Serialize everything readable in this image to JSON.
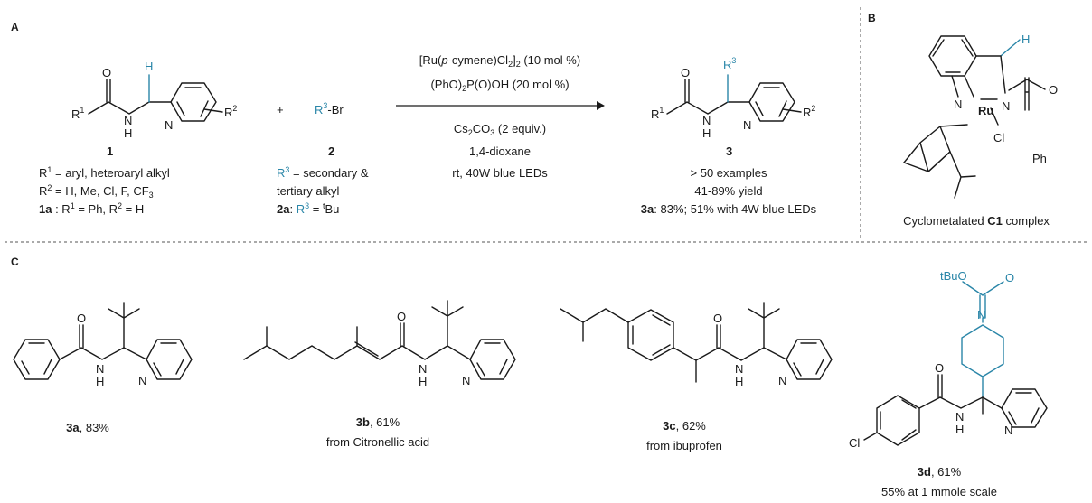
{
  "panels": {
    "a": "A",
    "b": "B",
    "c": "C"
  },
  "atoms": {
    "O": "O",
    "N": "N",
    "H": "H",
    "R": "R",
    "Ru": "Ru",
    "Cl": "Cl",
    "Ph": "Ph",
    "tBuO": "tBuO",
    "sup1": "1",
    "sup2": "2",
    "sup3": "3"
  },
  "reaction": {
    "plus": "+",
    "reagent": "-Br",
    "compound_1": "1",
    "compound_2": "2",
    "compound_3": "3",
    "conditions": {
      "line1_pre": "[Ru(",
      "line1_it": "p",
      "line1_mid": "-cymene)Cl",
      "line1_sub1": "2",
      "line1_close": "]",
      "line1_sub2": "2",
      "line1_post": " (10 mol %)",
      "line2_a": "(PhO)",
      "line2_sub": "2",
      "line2_b": "P(O)OH (20 mol %)",
      "line3_a": "Cs",
      "line3_sub1": "2",
      "line3_b": "CO",
      "line3_sub2": "3",
      "line3_c": " (2 equiv.)",
      "line4": "1,4-dioxane",
      "line5": "rt, 40W blue LEDs"
    },
    "scope_1": {
      "r1_def": " = aryl, heteroaryl alkyl",
      "r2_def": " = H, Me, Cl, F, CF",
      "r2_sub": "3",
      "ex_label": "1a",
      "ex_r1": " : R",
      "ex_r2": " = Ph, R",
      "ex_end": " =  H"
    },
    "scope_2": {
      "r3_def1": " = secondary &",
      "r3_def2": "tertiary alkyl",
      "ex_label": "2a",
      "ex_mid": ": ",
      "ex_eq": " = ",
      "ex_tsup": "t",
      "ex_bu": "Bu"
    },
    "scope_3": {
      "examples": "> 50 examples",
      "yield": "41-89% yield",
      "ex_label": "3a",
      "ex_text": ": 83%; 51% with 4W blue LEDs"
    }
  },
  "complex": {
    "caption_pre": "Cyclometalated ",
    "caption_bold": "C1",
    "caption_post": " complex"
  },
  "products": [
    {
      "label": "3a",
      "yield": ", 83%",
      "note": ""
    },
    {
      "label": "3b",
      "yield": ", 61%",
      "note": "from Citronellic acid"
    },
    {
      "label": "3c",
      "yield": ", 62%",
      "note": "from ibuprofen"
    },
    {
      "label": "3d",
      "yield": ", 61%",
      "note": "55% at 1 mmole scale"
    }
  ],
  "colors": {
    "accent": "#2a86a8",
    "ink": "#1a1a1a"
  }
}
